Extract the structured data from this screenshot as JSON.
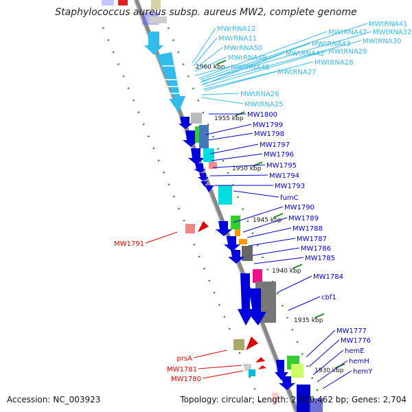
{
  "title": "Staphylococcus aureus subsp. aureus MW2, complete genome",
  "accession": "Accession: NC_003923",
  "topology": "Topology: circular; Length: 2,820,462 bp; Genes: 2,704",
  "colors": {
    "trna": "#33bbee",
    "gene": "#0000cc",
    "red": "#dd0000",
    "tick": "#228822",
    "backbone": "#777777"
  },
  "ticks": [
    "1960 kbp",
    "1955 kbp",
    "1950 kbp",
    "1945 kbp",
    "1940 kbp",
    "1935 kbp",
    "1930 kbp"
  ],
  "trna_labels": [
    "MWrRNA12",
    "MWrRNA11",
    "MWrRNA50",
    "MWrRNA49",
    "MWtRNA48",
    "MWtRNA47",
    "MWtRNA41",
    "MWtRNA32",
    "MWtRNA43",
    "MWtRNA30",
    "MWtRNA42",
    "MWtRNA29",
    "MWtRNA28",
    "MWtRNA27",
    "MWtRNA26",
    "MWtRNA25"
  ],
  "gene_labels": [
    "MW1800",
    "MW1799",
    "MW1798",
    "MW1797",
    "MW1796",
    "MW1795",
    "MW1794",
    "MW1793",
    "fumC",
    "MW1790",
    "MW1789",
    "MW1788",
    "MW1787",
    "MW1786",
    "MW1785",
    "MW1784",
    "cbf1",
    "MW1777",
    "MW1776",
    "hemE",
    "hemH",
    "hemY"
  ],
  "red_labels": [
    "MW1791",
    "prsA",
    "MW1781",
    "MW1780"
  ]
}
